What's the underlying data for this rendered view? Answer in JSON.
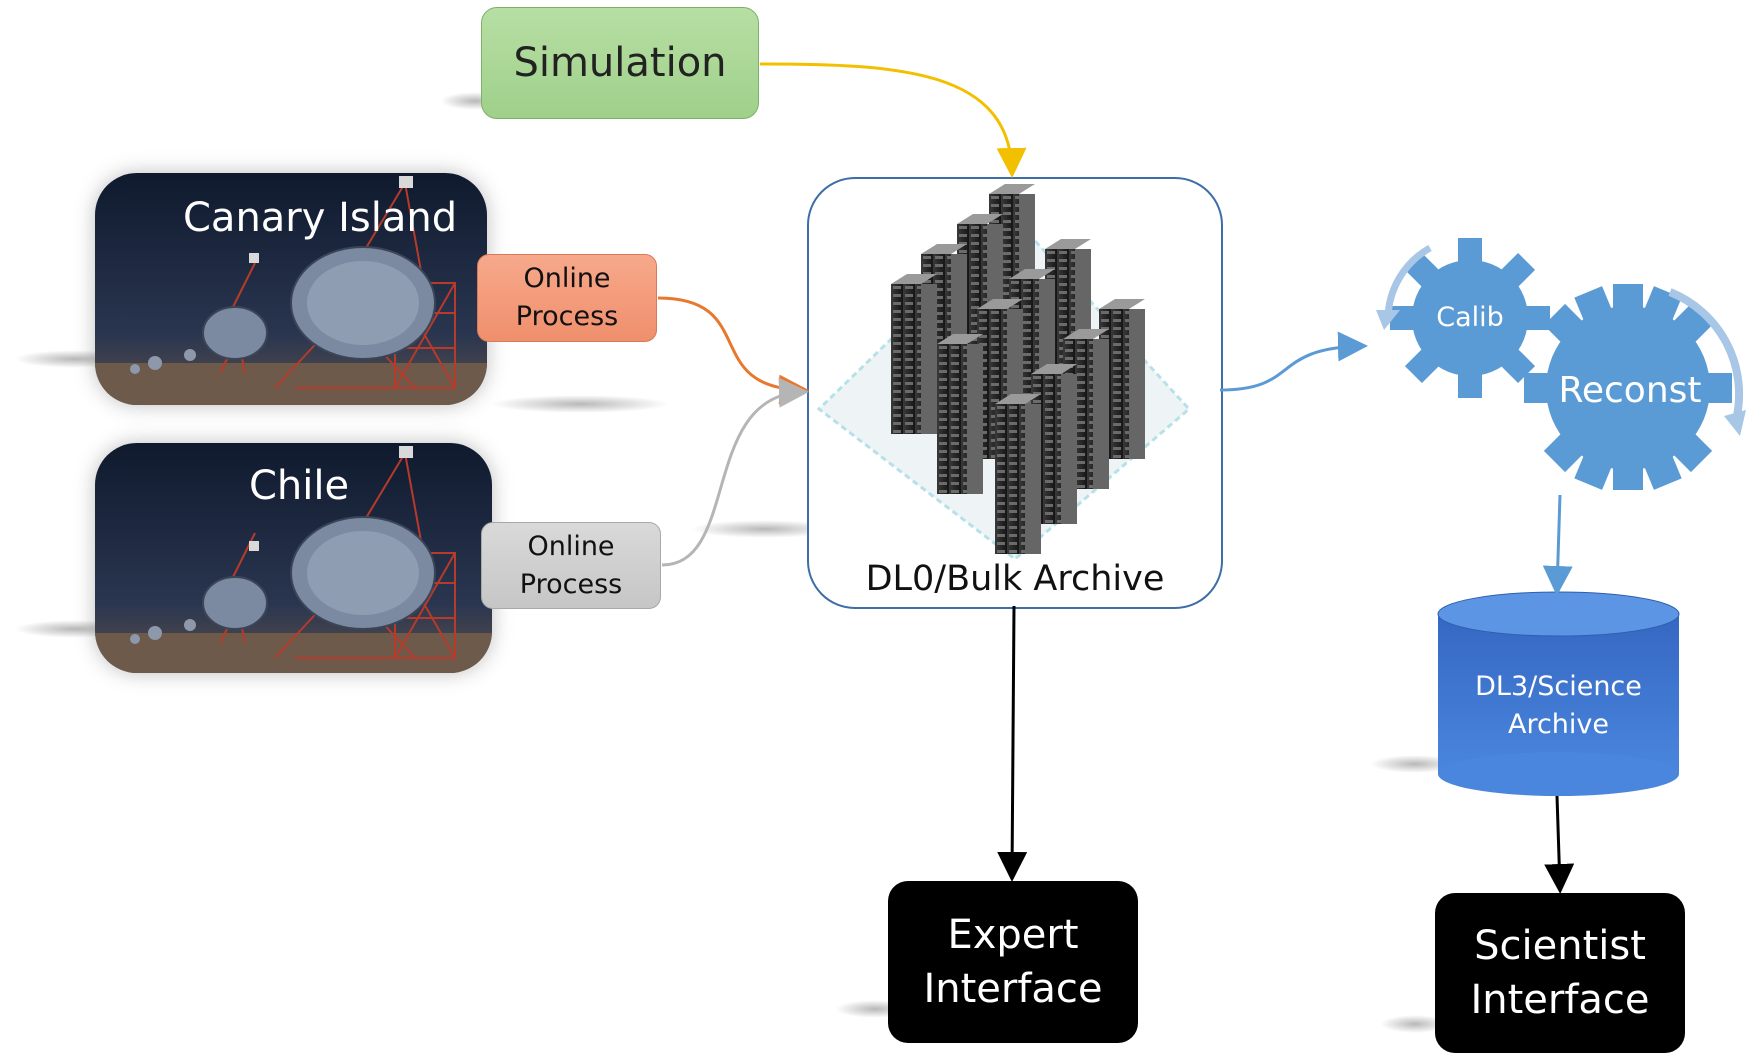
{
  "nodes": {
    "simulation": "Simulation",
    "canary_island": "Canary Island",
    "chile": "Chile",
    "online_process_1_line1": "Online",
    "online_process_1_line2": "Process",
    "online_process_2_line1": "Online",
    "online_process_2_line2": "Process",
    "bulk_archive": "DL0/Bulk Archive",
    "calib": "Calib",
    "reconst": "Reconst",
    "science_archive_line1": "DL3/Science",
    "science_archive_line2": "Archive",
    "expert_interface_line1": "Expert",
    "expert_interface_line2": "Interface",
    "scientist_interface_line1": "Scientist",
    "scientist_interface_line2": "Interface"
  },
  "colors": {
    "simulation_fill": "#a9d695",
    "online_process_1_fill": "#f29c7c",
    "online_process_2_fill": "#cfcfcf",
    "archive_border": "#3e6da8",
    "gear_fill": "#5b9bd5",
    "cylinder_fill": "#3c74cf",
    "interface_fill": "#000000",
    "arrow_simulation": "#f2c000",
    "arrow_online_1": "#e8782e",
    "arrow_online_2": "#b5b5b5",
    "arrow_archive_out": "#5b9bd5",
    "arrow_black": "#000000"
  },
  "icons": [
    "server-rack-icon",
    "telescope-photo",
    "gear-icon",
    "database-cylinder-icon"
  ]
}
